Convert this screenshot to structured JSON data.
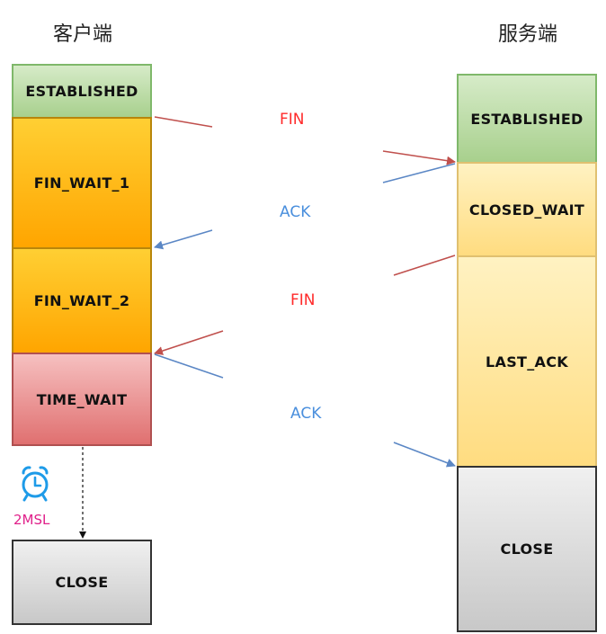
{
  "client": {
    "title": "客户端",
    "states": {
      "established": "ESTABLISHED",
      "fin_wait_1": "FIN_WAIT_1",
      "fin_wait_2": "FIN_WAIT_2",
      "time_wait": "TIME_WAIT",
      "close": "CLOSE"
    },
    "timer_label": "2MSL"
  },
  "server": {
    "title": "服务端",
    "states": {
      "established": "ESTABLISHED",
      "closed_wait": "CLOSED_WAIT",
      "last_ack": "LAST_ACK",
      "close": "CLOSE"
    }
  },
  "messages": {
    "fin_1": "FIN",
    "ack_1": "ACK",
    "fin_2": "FIN",
    "ack_2": "ACK"
  },
  "colors": {
    "fin_arrow": "#c0504d",
    "ack_arrow": "#5b87c5"
  },
  "icons": {
    "timer": "alarm-clock-icon"
  }
}
